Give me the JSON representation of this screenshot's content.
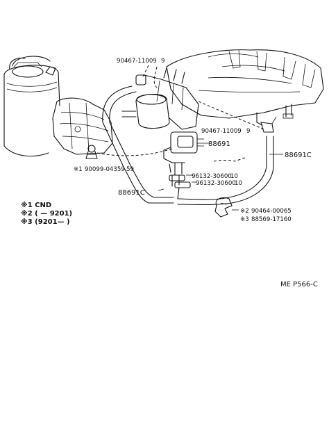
{
  "parts": {
    "p1": "90467-11009",
    "p1_mark": "9",
    "p2": "90467-11009",
    "p2_mark": "9",
    "p3": "88691",
    "p4": "88691C",
    "p5": "96132-30600",
    "p5_mark": "10",
    "p6": "96132-30600",
    "p6_mark": "10",
    "p7": "90099-04359",
    "p7_mark": "59",
    "p7_prefix": "※1",
    "p8": "88691C",
    "p9": "90464-00065",
    "p9_prefix": "※2",
    "p10": "88569-17160",
    "p10_prefix": "※3"
  },
  "legend": {
    "row1": "※1 CND",
    "row2": "※2 (  — 9201)",
    "row3": "※3 (9201—     )"
  },
  "ref_code": "ME P566-C"
}
